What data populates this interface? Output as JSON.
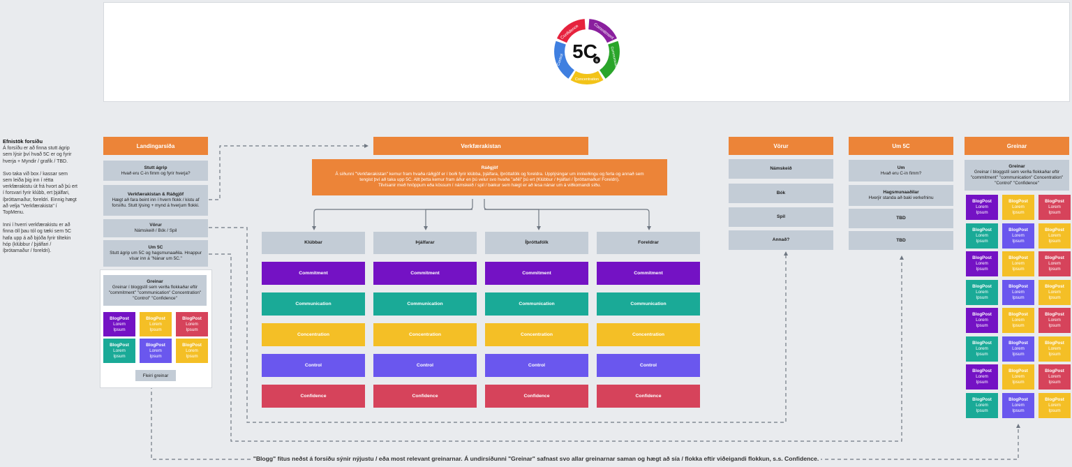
{
  "logo": {
    "center_text": "5C",
    "center_sub": "s",
    "ring": [
      {
        "label": "Commitment",
        "color": "#8a1f9e"
      },
      {
        "label": "Communication",
        "color": "#2aa52a"
      },
      {
        "label": "Concentration",
        "color": "#f2c318"
      },
      {
        "label": "Control",
        "color": "#3f7fe0"
      },
      {
        "label": "Confidence",
        "color": "#e6223d"
      }
    ]
  },
  "note": {
    "title": "Efnistök forsíðu",
    "p1": "Á forsíðu er að finna stutt ágrip sem lýsir því hvað 5C er og fyrir hverja + Myndir / grafík / TBD.",
    "p2": "Svo taka við box / kassar sem sem leiða þig inn í rétta verkfærakistu út frá hvort að þú ert í forsvari fyrir klúbb, ert þjálfari, íþróttamaður, foreldri. Einnig hægt að velja \"Verkfærakista\" í TopMenu.",
    "p3": "Inni í hverri verkfærakistu er að finna öll þau tól og tæki sem 5C hafa upp á að bjóða fyrir tiltekin hóp (klúbbur / þjálfari / íþrótamaður / foreldri)."
  },
  "landing": {
    "header": "Landingarsíða",
    "boxes": [
      {
        "title": "Stutt ágrip",
        "text": "Hvað eru C-in fimm og fyrir hverja?"
      },
      {
        "title": "Verkfærakistan & Ráðgjöf",
        "text": "Hægt að fara beint inn í hvern flokk / kistu af forsíðu. Stutt lýsing + mynd á hverjum flokki."
      },
      {
        "title": "Vörur",
        "text": "Námskeið / Bók / Spil"
      },
      {
        "title": "Um 5C",
        "text": "Stutt ágrip um 5C og hagsmunaaðila. Hnappur vísar inn á \"Nánar um 5C.\""
      }
    ],
    "greinar": {
      "title": "Greinar",
      "text": "Greinar í bloggstíl sem verða flokkaðar eftir \"commitment\" \"communication\" Concentration\" \"Control\" \"Confidence\""
    },
    "more_button": "Fleiri greinar"
  },
  "blogpost": {
    "title": "BlogPost",
    "line1": "Lorem",
    "line2": "Ipsum"
  },
  "toolbox": {
    "header": "Verkfærakistan",
    "radgjof_title": "Ráðgjöf",
    "radgjof_text1": "Á síðunni \"Verkfærakistan\" kemur fram hvaða ráðgjöf er í boði fyrir klúbba, þjálfara, íþróttafólk og foreldra. Upplýsingar um innleiðingu og ferla og annað sem",
    "radgjof_text2": "tengist því að taka upp 5C. Allt þetta kemur fram áður en þú velur svo hvaða \"aðili\" þú ert (Klúbbur / Þjálfari / Íþróttamaður/ Foreldri).",
    "radgjof_text3": "Tilvísanir með hnöppum eða kössum í námskeið / spil / bækur sem hægt er að lesa nánar um á viðkomandi síðu.",
    "columns": [
      "Klúbbar",
      "Þjálfarar",
      "Íþróttafólk",
      "Foreldrar"
    ],
    "categories": [
      {
        "label": "Commitment",
        "color": "#7412c4"
      },
      {
        "label": "Communication",
        "color": "#1aaa97"
      },
      {
        "label": "Concentration",
        "color": "#f4bf26"
      },
      {
        "label": "Control",
        "color": "#6a57ee"
      },
      {
        "label": "Confidence",
        "color": "#d6435b"
      }
    ]
  },
  "vorur": {
    "header": "Vörur",
    "items": [
      "Námskeið",
      "Bók",
      "Spil",
      "Annað?"
    ]
  },
  "um5c": {
    "header": "Um 5C",
    "boxes": [
      {
        "title": "Um",
        "text": "Hvað eru C-in fimm?"
      },
      {
        "title": "Hagsmunaaðilar",
        "text": "Hverjir standa að baki verkefninu"
      },
      {
        "title": "TBD",
        "text": ""
      },
      {
        "title": "TBD",
        "text": ""
      }
    ]
  },
  "greinar": {
    "header": "Greinar",
    "title": "Greinar",
    "text": "Greinar í bloggstíl sem verða flokkaðar eftir \"commitment\" \"communication\" Concentration\" \"Control\" \"Confidence\""
  },
  "bottom_text": "\"Blogg\" fítus neðst á forsíðu sýnir nýjustu / eða most relevant greinarnar. Á undirsíðunni \"Greinar\" safnast svo allar greinarnar saman og hægt að sía / flokka eftir viðeigandi flokkun, s.s. Confidence.",
  "colors": {
    "orange": "#ec8438",
    "grey": "#c3ccd6",
    "purple": "#7412c4",
    "teal": "#1aaa97",
    "yellow": "#f4bf26",
    "indigo": "#6a57ee",
    "red": "#d6435b"
  }
}
